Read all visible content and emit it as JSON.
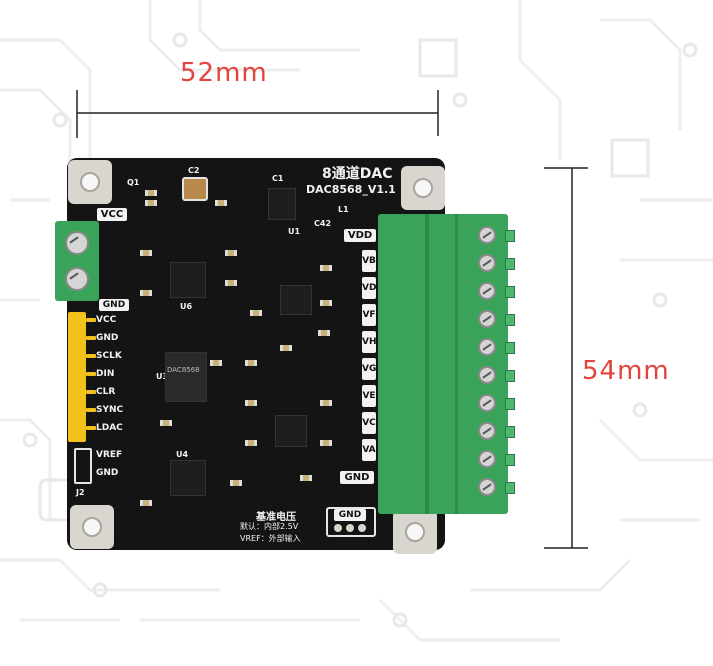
{
  "dimensions": {
    "width_label": "52mm",
    "height_label": "54mm"
  },
  "board": {
    "title_line1": "8通道DAC",
    "title_line2": "DAC8568_V1.1",
    "vdd_label": "VDD",
    "gnd_right_label": "GND",
    "gnd_bottom_label": "GND",
    "vcc_top_label": "VCC",
    "gnd_left_label": "GND",
    "channel_labels": [
      "VB",
      "VD",
      "VF",
      "VH",
      "VG",
      "VE",
      "VC",
      "VA"
    ],
    "pin_labels": [
      "VCC",
      "GND",
      "SCLK",
      "DIN",
      "CLR",
      "SYNC",
      "LDAC"
    ],
    "vref_label": "VREF",
    "vref_gnd_label": "GND",
    "note_title": "基准电压",
    "note_line1": "默认：内部2.5V",
    "note_line2": "VREF：外部输入",
    "chip_marking": "DAC8568",
    "u1_label": "U1",
    "u3_label": "U3",
    "u4_label": "U4",
    "u6_label": "U6",
    "j2_label": "J2",
    "q1_label": "Q1",
    "c2_label": "C2",
    "l1_label": "L1",
    "c42_label": "C42",
    "c1_label": "C1"
  },
  "colors": {
    "dimension": "#e0443c",
    "pcb": "#141414",
    "terminal": "#3aa35a",
    "header": "#f2c21b",
    "silk": "#f2f2f2"
  }
}
